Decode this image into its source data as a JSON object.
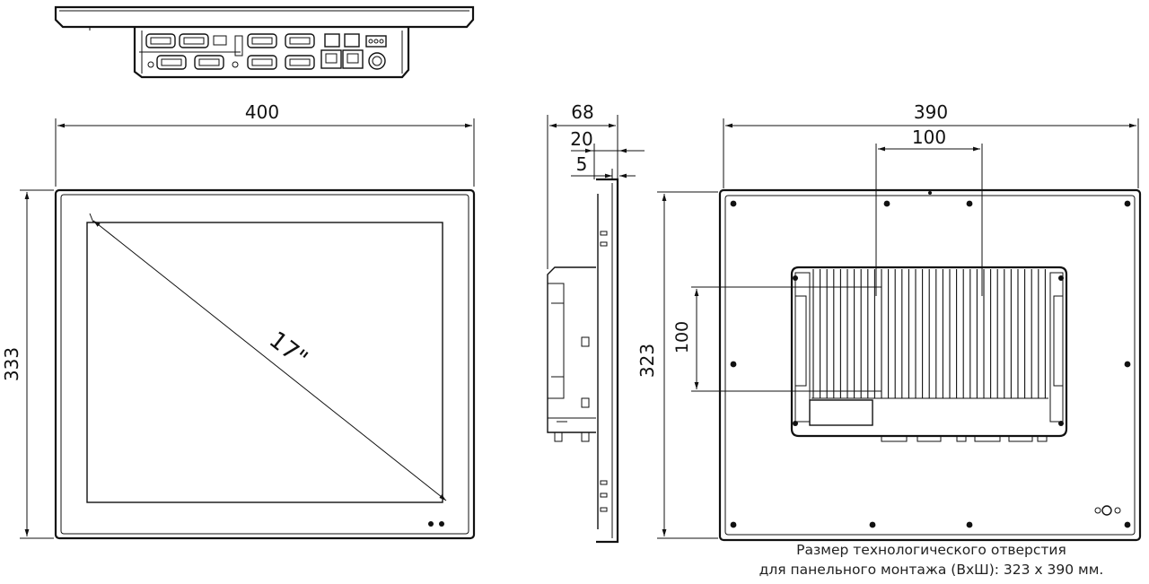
{
  "top_view": {
    "ports": [
      "COM",
      "COM",
      "COM",
      "COM",
      "COM",
      "COM",
      "COM",
      "LAN",
      "LAN",
      "DC IN"
    ]
  },
  "front_view": {
    "width_label": "400",
    "height_label": "333",
    "diagonal_label": "17\""
  },
  "side_view": {
    "depth_label": "68",
    "bezel_label": "20",
    "front_label": "5"
  },
  "rear_view": {
    "width_label": "390",
    "vesa_width_label": "100",
    "vesa_height_label": "100",
    "height_label": "323"
  },
  "caption": {
    "line1": "Размер технологического отверстия",
    "line2": "для панельного монтажа (ВхШ): 323 x 390 мм."
  }
}
